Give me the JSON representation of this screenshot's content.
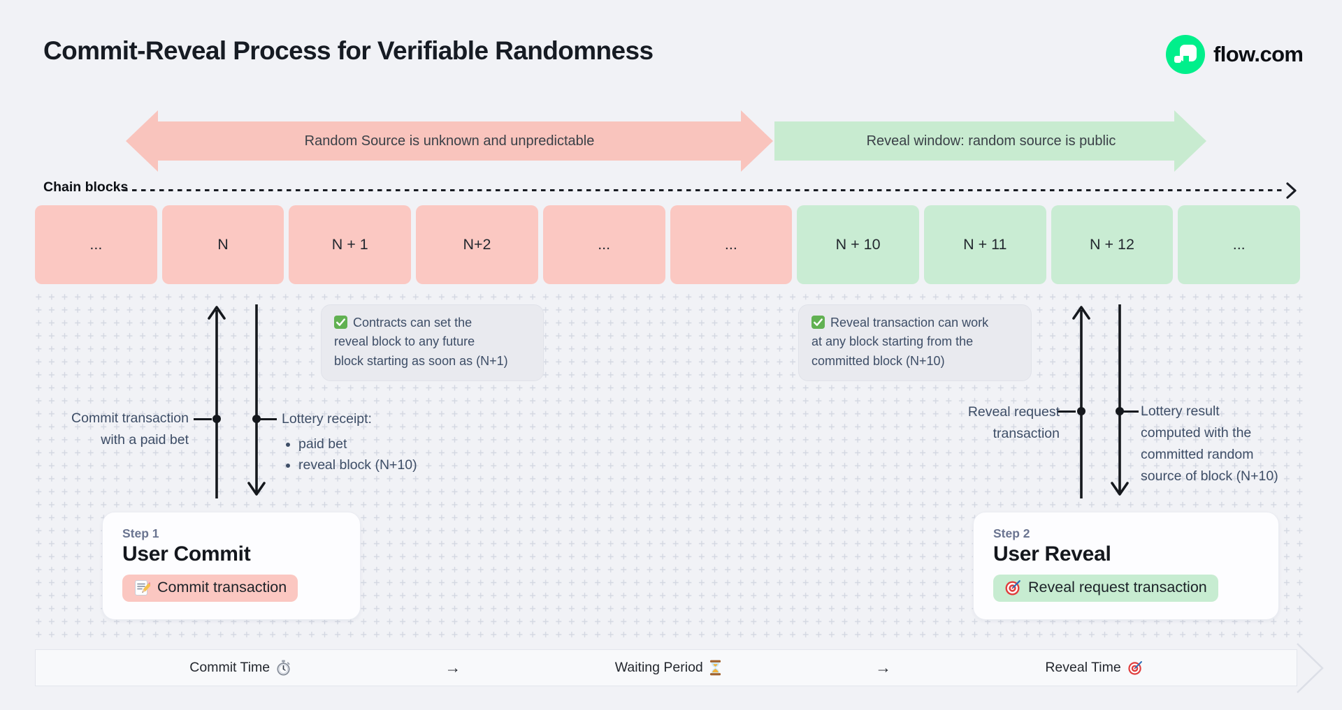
{
  "header": {
    "title": "Commit-Reveal Process for Verifiable Randomness",
    "brand": "flow.com"
  },
  "phases": {
    "unknown": {
      "label": "Random Source is unknown and unpredictable",
      "color": "#f9c4bd"
    },
    "reveal": {
      "label": "Reveal window: random source is public",
      "color": "#c8ebd0"
    }
  },
  "chain": {
    "label": "Chain blocks",
    "commit_color": "#fbc8c2",
    "reveal_color": "#c9ecd3",
    "blocks": [
      {
        "label": "...",
        "phase": "commit"
      },
      {
        "label": "N",
        "phase": "commit"
      },
      {
        "label": "N + 1",
        "phase": "commit"
      },
      {
        "label": "N+2",
        "phase": "commit"
      },
      {
        "label": "...",
        "phase": "commit"
      },
      {
        "label": "...",
        "phase": "commit"
      },
      {
        "label": "N + 10",
        "phase": "reveal"
      },
      {
        "label": "N + 11",
        "phase": "reveal"
      },
      {
        "label": "N + 12",
        "phase": "reveal"
      },
      {
        "label": "...",
        "phase": "reveal"
      }
    ]
  },
  "notes": {
    "left": {
      "icon": "check-icon",
      "line1": "Contracts can set the",
      "line2": "reveal block to any future",
      "line3": "block starting as soon as (N+1)"
    },
    "right": {
      "icon": "check-icon",
      "line1": "Reveal transaction can work",
      "line2": "at any block starting from the",
      "line3": "committed block (N+10)"
    }
  },
  "annotations": {
    "commit_tx": {
      "line1": "Commit transaction",
      "line2": "with a paid bet"
    },
    "lottery_receipt": {
      "title": "Lottery receipt:",
      "bullet1": "paid bet",
      "bullet2": "reveal block (N+10)"
    },
    "reveal_request": {
      "line1": "Reveal request",
      "line2": "transaction"
    },
    "lottery_result": {
      "line1": "Lottery result",
      "line2": "computed with the",
      "line3": "committed random",
      "line4": "source of block (N+10)"
    }
  },
  "steps": {
    "step1": {
      "eyebrow": "Step 1",
      "title": "User Commit",
      "action": "Commit transaction",
      "icon": "memo-icon",
      "pill_color": "#fbc7c1"
    },
    "step2": {
      "eyebrow": "Step 2",
      "title": "User Reveal",
      "action": "Reveal request transaction",
      "icon": "target-icon",
      "pill_color": "#c7ecd1"
    }
  },
  "timeline": {
    "commit": {
      "label": "Commit Time",
      "icon": "stopwatch-icon"
    },
    "arrow": "→",
    "waiting": {
      "label": "Waiting Period",
      "icon": "hourglass-icon"
    },
    "reveal": {
      "label": "Reveal Time",
      "icon": "target-icon"
    }
  },
  "colors": {
    "background": "#f1f2f6",
    "note_background": "#e9eaef",
    "flow_green": "#00ef8b",
    "text_dark": "#14171d",
    "text_slate": "#3d4d66"
  }
}
